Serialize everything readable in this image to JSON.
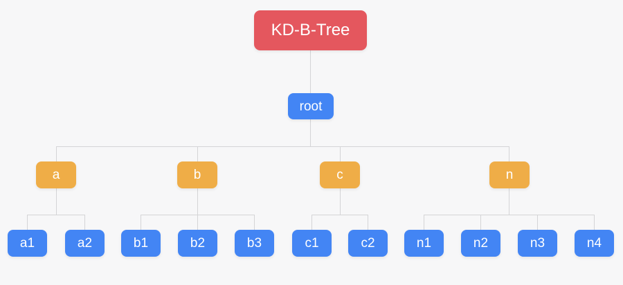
{
  "diagram": {
    "title": "KD-B-Tree",
    "root_label": "root",
    "groups": [
      {
        "label": "a",
        "children": [
          "a1",
          "a2"
        ]
      },
      {
        "label": "b",
        "children": [
          "b1",
          "b2",
          "b3"
        ]
      },
      {
        "label": "c",
        "children": [
          "c1",
          "c2"
        ]
      },
      {
        "label": "n",
        "children": [
          "n1",
          "n2",
          "n3",
          "n4"
        ]
      }
    ],
    "colors": {
      "title_node": "#e4575e",
      "root_node": "#4385f4",
      "branch_node": "#efad47",
      "leaf_node": "#4385f4",
      "connector": "#d4d4d6",
      "background": "#f7f7f8",
      "node_text": "#ffffff"
    }
  }
}
